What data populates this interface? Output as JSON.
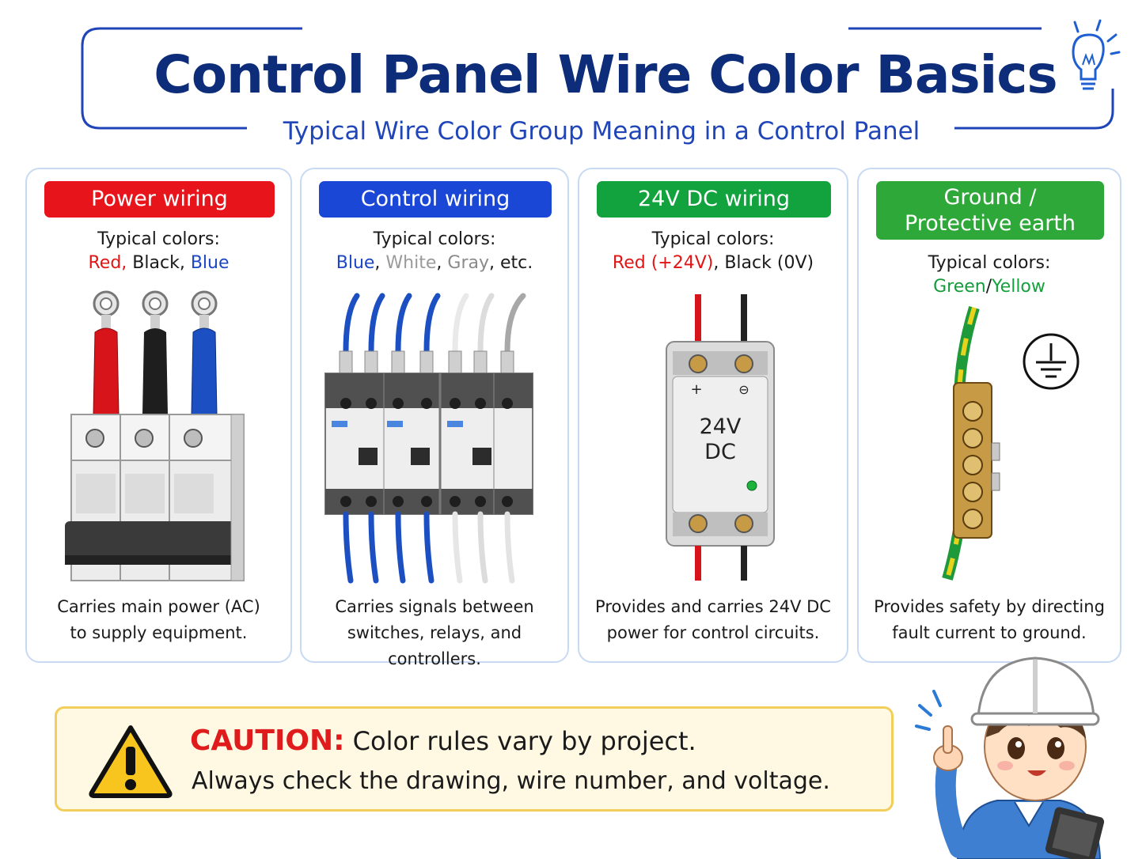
{
  "header": {
    "title": "Control Panel Wire Color Basics",
    "subtitle": "Typical Wire Color Group Meaning in a Control Panel",
    "icon": "lightbulb-icon"
  },
  "cards": [
    {
      "header": "Power wiring",
      "header_color": "#e8141b",
      "typical_label": "Typical colors:",
      "colors": [
        {
          "text": "Red,",
          "sep": " ",
          "color": "#e01515"
        },
        {
          "text": "Black",
          "sep": ", ",
          "color": "#1a1a1a"
        },
        {
          "text": "Blue",
          "sep": "",
          "color": "#1c46c2"
        }
      ],
      "description": [
        "Carries main power (AC)",
        "to supply equipment."
      ]
    },
    {
      "header": "Control wiring",
      "header_color": "#1a47d6",
      "typical_label": "Typical colors:",
      "colors": [
        {
          "text": "Blue",
          "sep": ", ",
          "color": "#1c46c2"
        },
        {
          "text": "White",
          "sep": ", ",
          "color": "#9a9a9a"
        },
        {
          "text": "Gray",
          "sep": ", ",
          "color": "#8a8a8a"
        },
        {
          "text": "etc.",
          "sep": "",
          "color": "#1a1a1a"
        }
      ],
      "description": [
        "Carries signals between",
        "switches, relays, and controllers."
      ]
    },
    {
      "header": "24V DC wiring",
      "header_color": "#12a23e",
      "typical_label": "Typical colors:",
      "colors": [
        {
          "text": "Red (+24V)",
          "sep": ", ",
          "color": "#e01515"
        },
        {
          "text": "Black (0V)",
          "sep": "",
          "color": "#1a1a1a"
        }
      ],
      "description": [
        "Provides and carries 24V DC",
        "power for control circuits."
      ],
      "device_label": [
        "24V",
        "DC"
      ],
      "terminal_plus": "+",
      "terminal_minus": "⊖"
    },
    {
      "header_lines": [
        "Ground /",
        "Protective earth"
      ],
      "header_color": "#2fa83a",
      "typical_label": "Typical colors:",
      "colors": [
        {
          "text": "Green",
          "sep": "/",
          "color": "#159a3c"
        },
        {
          "text": "Yellow",
          "sep": "",
          "color": "#15a13e"
        }
      ],
      "description": [
        "Provides safety by directing",
        "fault current to ground."
      ],
      "symbol": "ground-symbol-icon"
    }
  ],
  "caution": {
    "word": "CAUTION:",
    "line1": "Color rules vary by project.",
    "line2": "Always check the drawing, wire number, and voltage.",
    "icon": "warning-triangle-icon",
    "accent": "#e01b1b"
  },
  "mascot": "engineer-mascot"
}
